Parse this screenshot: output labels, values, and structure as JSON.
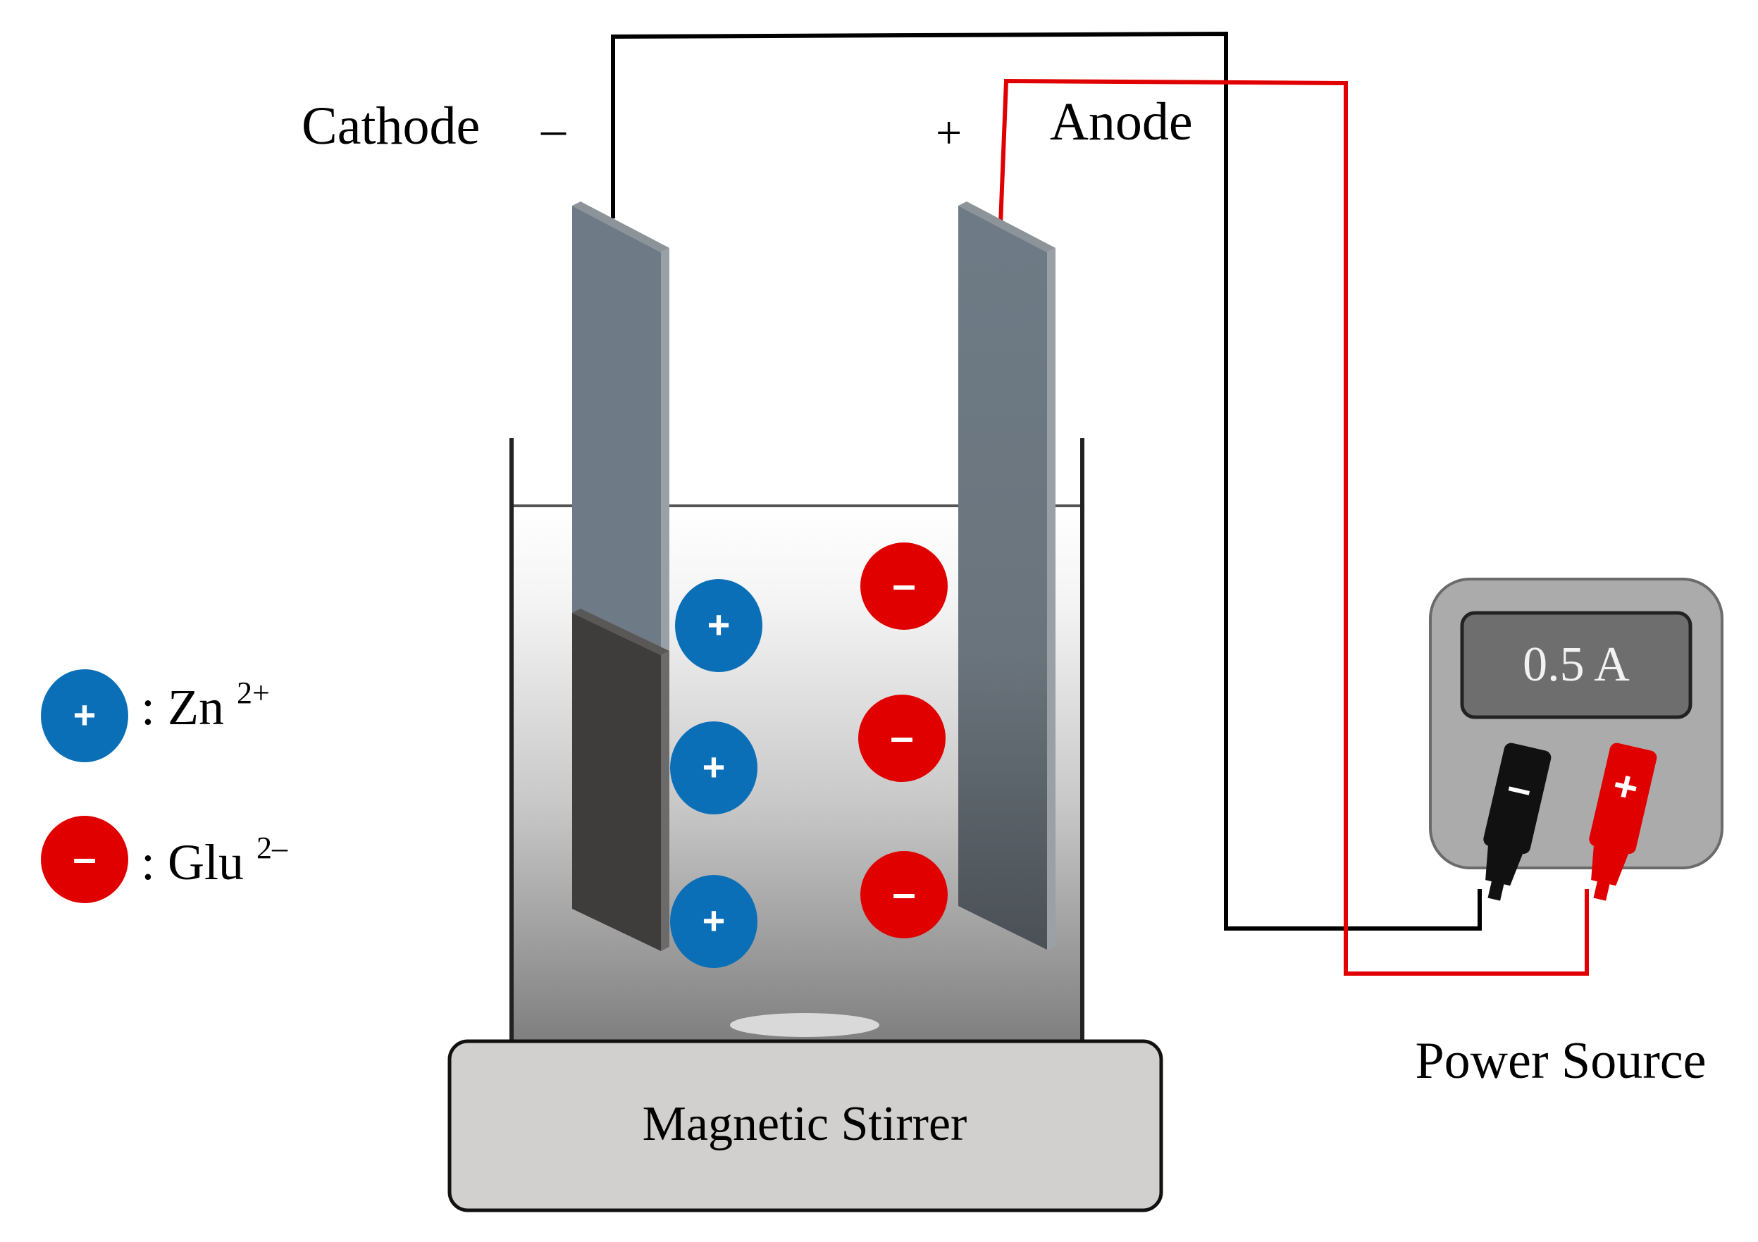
{
  "labels": {
    "cathode": "Cathode",
    "cathode_sign": "–",
    "anode": "Anode",
    "anode_sign": "+",
    "power_source": "Power Source",
    "stirrer": "Magnetic Stirrer",
    "display": "0.5 A"
  },
  "terminals": {
    "negative": "–",
    "positive": "+"
  },
  "legend": {
    "cation": {
      "sign": "+",
      "prefix": ": Zn",
      "charge": "2+"
    },
    "anion": {
      "sign": "–",
      "prefix": ": Glu",
      "charge": "2–"
    }
  },
  "ions": {
    "cation_sign": "+",
    "anion_sign": "–"
  },
  "colors": {
    "cation": "#0b6fb8",
    "anion": "#e00000",
    "negative_wire": "#000000",
    "positive_wire": "#e00000",
    "electrode": "#6e7b86",
    "coating": "#3f3c3c",
    "stirrer": "#d1d0ce",
    "power_body": "#ababab",
    "display_bg": "#6e6e6e"
  }
}
